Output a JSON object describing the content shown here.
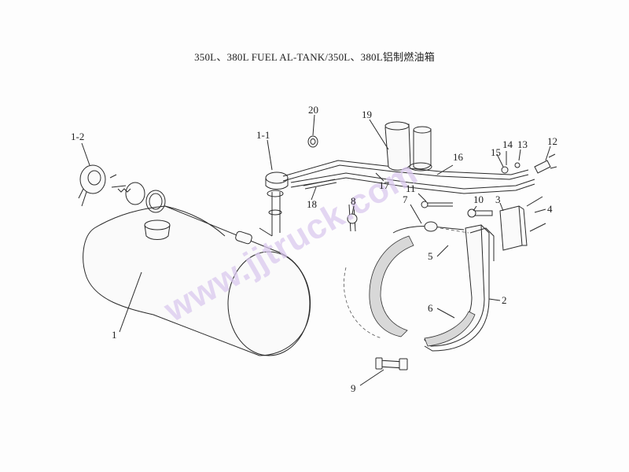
{
  "title": "350L、380L FUEL AL-TANK/350L、380L铝制燃油箱",
  "watermark": "www.jjtruck.com",
  "labels": [
    "1-2",
    "1-1",
    "20",
    "19",
    "16",
    "14",
    "13",
    "15",
    "12",
    "17",
    "11",
    "18",
    "8",
    "7",
    "10",
    "3",
    "4",
    "5",
    "2",
    "6",
    "1",
    "9"
  ]
}
